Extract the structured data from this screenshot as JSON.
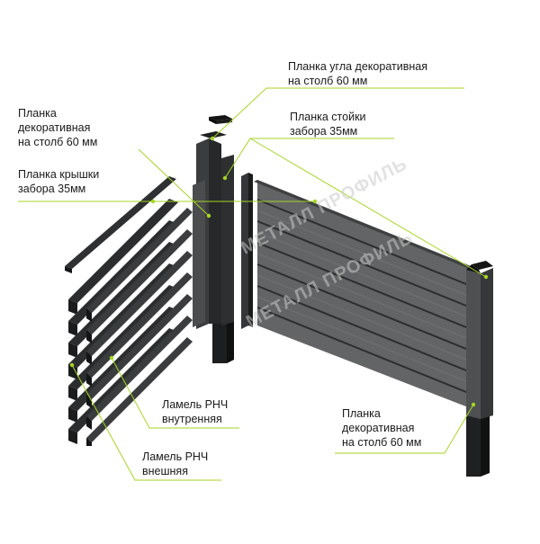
{
  "labels": {
    "corner_strip": [
      "Планка угла декоративная",
      "на столб 60 мм"
    ],
    "decor_strip_left": [
      "Планка",
      "декоративная",
      "на столб 60 мм"
    ],
    "post_strip": [
      "Планка стойки",
      "забора 35мм"
    ],
    "cap_strip": [
      "Планка крышки",
      "забора 35мм"
    ],
    "lamel_inner": [
      "Ламель РНЧ",
      "внутренняя"
    ],
    "lamel_outer": [
      "Ламель РНЧ",
      "внешняя"
    ],
    "decor_strip_right": [
      "Планка",
      "декоративная",
      "на столб 60 мм"
    ]
  },
  "watermark": {
    "text_1": "МЕТАЛЛ ПРОФИЛЬ",
    "text_2": "МЕТАЛЛ ПРОФИЛЬ"
  },
  "colors": {
    "leader": "#a6d623",
    "dark": "#2a2c2e",
    "panel": "#5f6163",
    "panel_light": "#75787a"
  }
}
